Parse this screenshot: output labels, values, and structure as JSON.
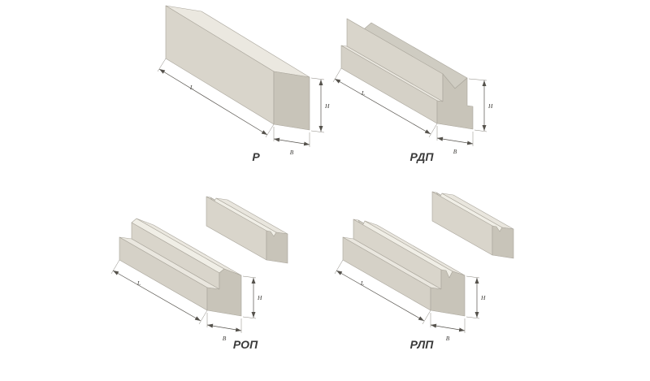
{
  "page": {
    "background": "#ffffff"
  },
  "figures": [
    {
      "id": "r",
      "caption": "Р"
    },
    {
      "id": "rdp",
      "caption": "РДП"
    },
    {
      "id": "rop",
      "caption": "РОП"
    },
    {
      "id": "rlp",
      "caption": "РЛП"
    }
  ],
  "dimension_labels": {
    "length": "L",
    "height": "H",
    "width": "B"
  },
  "colors": {
    "face_bright": "#f0eee6",
    "face_top": "#ebe8e0",
    "face_shelf": "#eae7df",
    "face_side": "#d9d5cb",
    "face_front": "#d5d1c7",
    "face_end": "#c8c4b9",
    "dimension_line": "#55524c",
    "label_text": "#3c3a36"
  }
}
